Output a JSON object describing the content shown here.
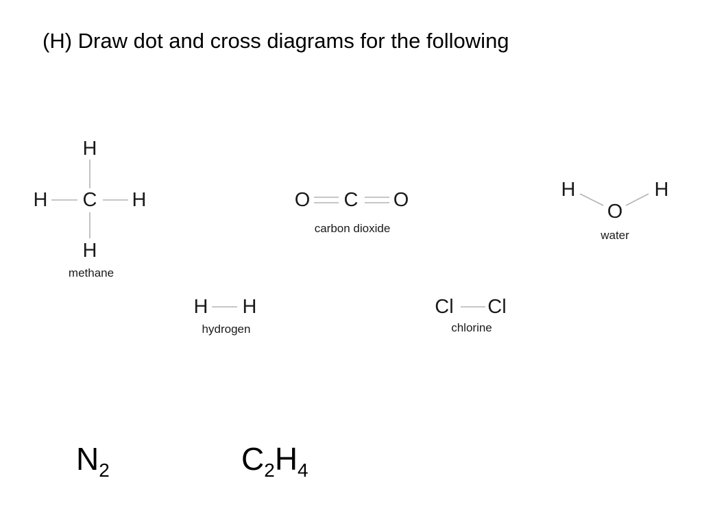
{
  "title": "(H) Draw dot and cross diagrams for the following",
  "molecules": {
    "methane": {
      "atoms": [
        "H",
        "H",
        "C",
        "H",
        "H"
      ],
      "caption": "methane"
    },
    "carbon_dioxide": {
      "atoms": [
        "O",
        "C",
        "O"
      ],
      "caption": "carbon dioxide"
    },
    "water": {
      "atoms": [
        "H",
        "O",
        "H"
      ],
      "caption": "water"
    },
    "hydrogen": {
      "atoms": [
        "H",
        "H"
      ],
      "caption": "hydrogen"
    },
    "chlorine": {
      "atoms": [
        "Cl",
        "Cl"
      ],
      "caption": "chlorine"
    }
  },
  "formulas": {
    "nitrogen": {
      "el1": "N",
      "n1": "2"
    },
    "ethene": {
      "el1": "C",
      "n1": "2",
      "el2": "H",
      "n2": "4"
    }
  },
  "colors": {
    "bond": "#b3b3b3",
    "text": "#000000"
  }
}
